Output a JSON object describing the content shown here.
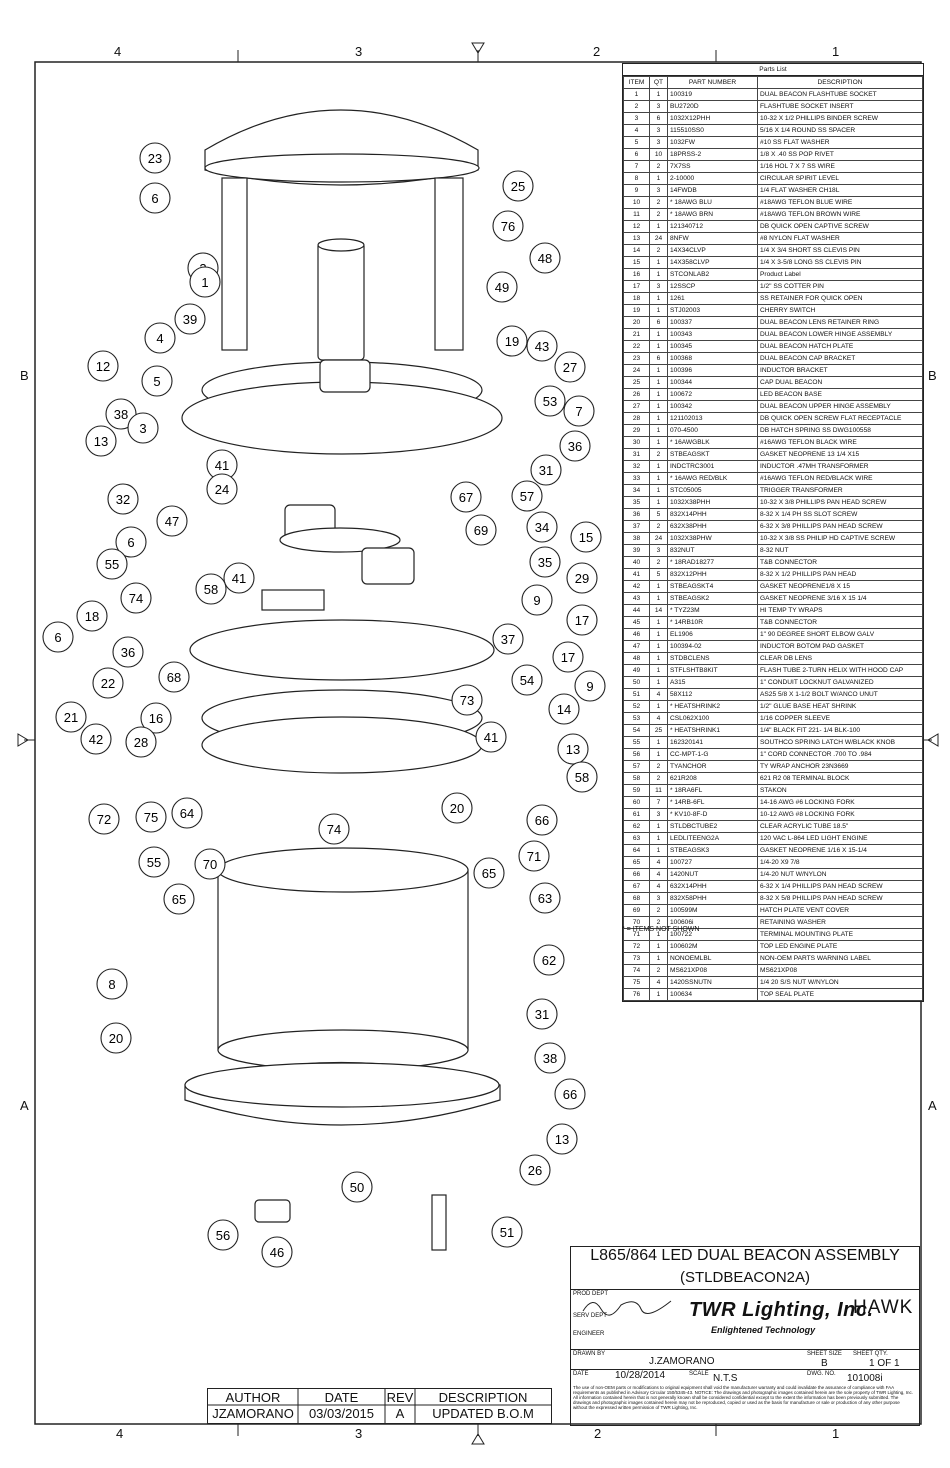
{
  "zones": {
    "top": [
      "4",
      "3",
      "2",
      "1"
    ],
    "bottom": [
      "4",
      "3",
      "2",
      "1"
    ],
    "side": [
      "B",
      "A"
    ]
  },
  "parts_list": {
    "caption": "Parts List",
    "headers": [
      "ITEM",
      "QT",
      "PART NUMBER",
      "DESCRIPTION"
    ],
    "rows": [
      [
        "1",
        "1",
        "100319",
        "DUAL BEACON FLASHTUBE SOCKET"
      ],
      [
        "2",
        "3",
        "BU2720D",
        "FLASHTUBE SOCKET INSERT"
      ],
      [
        "3",
        "6",
        "1032X12PHH",
        "10-32 X 1/2 PHILLIPS BINDER SCREW"
      ],
      [
        "4",
        "3",
        "115510SS0",
        "5/16 X 1/4 ROUND SS SPACER"
      ],
      [
        "5",
        "3",
        "1032FW",
        "#10 SS FLAT WASHER"
      ],
      [
        "6",
        "10",
        "18PRSS-2",
        "1/8 X .40 SS POP RIVET"
      ],
      [
        "7",
        "2",
        "7X7SS",
        "1/16 HOL 7 X 7 SS WIRE"
      ],
      [
        "8",
        "1",
        "2-10000",
        "CIRCULAR SPIRIT LEVEL"
      ],
      [
        "9",
        "3",
        "14FWDB",
        "1/4 FLAT WASHER CH18L"
      ],
      [
        "10",
        "2",
        "* 18AWG BLU",
        "#18AWG TEFLON BLUE WIRE"
      ],
      [
        "11",
        "2",
        "* 18AWG BRN",
        "#18AWG TEFLON BROWN WIRE"
      ],
      [
        "12",
        "1",
        "121340712",
        "DB QUICK OPEN CAPTIVE SCREW"
      ],
      [
        "13",
        "24",
        "8NFW",
        "#8 NYLON FLAT WASHER"
      ],
      [
        "14",
        "2",
        "14X34CLVP",
        "1/4 X 3/4 SHORT SS CLEVIS PIN"
      ],
      [
        "15",
        "1",
        "14X358CLVP",
        "1/4 X 3-5/8 LONG SS CLEVIS PIN"
      ],
      [
        "16",
        "1",
        "STCONLAB2",
        "Product Label"
      ],
      [
        "17",
        "3",
        "12SSCP",
        "1/2\" SS COTTER PIN"
      ],
      [
        "18",
        "1",
        "1261",
        "SS RETAINER FOR QUICK OPEN"
      ],
      [
        "19",
        "1",
        "STJ02003",
        "CHERRY SWITCH"
      ],
      [
        "20",
        "6",
        "100337",
        "DUAL BEACON LENS RETAINER RING"
      ],
      [
        "21",
        "1",
        "100343",
        "DUAL BEACON LOWER HINGE ASSEMBLY"
      ],
      [
        "22",
        "1",
        "100345",
        "DUAL BEACON HATCH PLATE"
      ],
      [
        "23",
        "6",
        "100368",
        "DUAL BEACON CAP BRACKET"
      ],
      [
        "24",
        "1",
        "100396",
        "INDUCTOR BRACKET"
      ],
      [
        "25",
        "1",
        "100344",
        "CAP DUAL BEACON"
      ],
      [
        "26",
        "1",
        "100672",
        "LED BEACON BASE"
      ],
      [
        "27",
        "1",
        "100342",
        "DUAL BEACON UPPER HINGE ASSEMBLY"
      ],
      [
        "28",
        "1",
        "121102013",
        "DB QUICK OPEN SCREW FLAT RECEPTACLE"
      ],
      [
        "29",
        "1",
        "070-4500",
        "DB HATCH SPRING SS DWG100558"
      ],
      [
        "30",
        "1",
        "* 16AWGBLK",
        "#16AWG TEFLON BLACK WIRE"
      ],
      [
        "31",
        "2",
        "STBEAGSKT",
        "GASKET NEOPRENE 13 1/4 X15"
      ],
      [
        "32",
        "1",
        "INDCTRC3001",
        "INDUCTOR .47MH TRANSFORMER"
      ],
      [
        "33",
        "1",
        "* 16AWG RED/BLK",
        "#16AWG TEFLON RED/BLACK WIRE"
      ],
      [
        "34",
        "1",
        "STC05005",
        "TRIGGER TRANSFORMER"
      ],
      [
        "35",
        "1",
        "1032X38PHH",
        "10-32 X 3/8 PHILLIPS PAN HEAD SCREW"
      ],
      [
        "36",
        "5",
        "832X14PHH",
        "8-32 X 1/4 PH SS SLOT SCREW"
      ],
      [
        "37",
        "2",
        "632X38PHH",
        "6-32 X 3/8 PHILLIPS PAN HEAD SCREW"
      ],
      [
        "38",
        "24",
        "1032X38PHW",
        "10-32 X 3/8 SS PHILIP HD CAPTIVE SCREW"
      ],
      [
        "39",
        "3",
        "832NUT",
        "8-32 NUT"
      ],
      [
        "40",
        "2",
        "* 18RAD18277",
        "T&B CONNECTOR"
      ],
      [
        "41",
        "5",
        "832X12PHH",
        "8-32 X 1/2 PHILLIPS PAN HEAD"
      ],
      [
        "42",
        "1",
        "STBEAGSKT4",
        "GASKET NEOPRENE1/8 X 15"
      ],
      [
        "43",
        "1",
        "STBEAGSK2",
        "GASKET NEOPRENE 3/16 X 15 1/4"
      ],
      [
        "44",
        "14",
        "* TYZ23M",
        "HI TEMP TY WRAPS"
      ],
      [
        "45",
        "1",
        "* 14RB10R",
        "T&B CONNECTOR"
      ],
      [
        "46",
        "1",
        "EL1906",
        "1\" 90 DEGREE SHORT ELBOW GALV"
      ],
      [
        "47",
        "1",
        "100394-02",
        "INDUCTOR BOTOM PAD GASKET"
      ],
      [
        "48",
        "1",
        "STDBCLENS",
        "CLEAR DB LENS"
      ],
      [
        "49",
        "1",
        "STFLSHTB8KIT",
        "FLASH TUBE 2-TURN HELIX WITH HOOD CAP"
      ],
      [
        "50",
        "1",
        "A315",
        "1\" CONDUIT LOCKNUT GALVANIZED"
      ],
      [
        "51",
        "4",
        "58X112",
        "AS25 5/8 X 1-1/2 BOLT W/ANCO UNUT"
      ],
      [
        "52",
        "1",
        "* HEATSHRINK2",
        "1/2\" GLUE BASE HEAT SHRINK"
      ],
      [
        "53",
        "4",
        "CSL062X100",
        "1/16 COPPER SLEEVE"
      ],
      [
        "54",
        "25",
        "* HEATSHRINK1",
        "1/4\" BLACK FIT 221- 1/4 BLK-100"
      ],
      [
        "55",
        "1",
        "162320141",
        "SOUTHCO SPRING LATCH W/BLACK KNOB"
      ],
      [
        "56",
        "1",
        "CC-MPT-1-G",
        "1\" CORD CONNECTOR .700 TO .984"
      ],
      [
        "57",
        "2",
        "TYANCHOR",
        "TY WRAP ANCHOR 23N3669"
      ],
      [
        "58",
        "2",
        "621R208",
        "621 R2 08 TERMINAL BLOCK"
      ],
      [
        "59",
        "11",
        "* 18RA6FL",
        "STAKON"
      ],
      [
        "60",
        "7",
        "* 14RB-6FL",
        "14-16 AWG #6 LOCKING FORK"
      ],
      [
        "61",
        "3",
        "* KV10-8F-D",
        "10-12 AWG #8 LOCKING FORK"
      ],
      [
        "62",
        "1",
        "STLDBCTUBE2",
        "CLEAR ACRYLIC TUBE 18.5\""
      ],
      [
        "63",
        "1",
        "LEDLITEENG2A",
        "120 VAC L-864 LED LIGHT ENGINE"
      ],
      [
        "64",
        "1",
        "STBEAGSK3",
        "GASKET NEOPRENE 1/16 X 15-1/4"
      ],
      [
        "65",
        "4",
        "100727",
        "1/4-20 X9 7/8"
      ],
      [
        "66",
        "4",
        "1420NUT",
        "1/4-20 NUT W/NYLON"
      ],
      [
        "67",
        "4",
        "632X14PHH",
        "6-32 X 1/4 PHILLIPS PAN HEAD SCREW"
      ],
      [
        "68",
        "3",
        "832X58PHH",
        "8-32 X 5/8 PHILLIPS PAN HEAD SCREW"
      ],
      [
        "69",
        "2",
        "100599M",
        "HATCH PLATE VENT COVER"
      ],
      [
        "70",
        "2",
        "100606i",
        "RETAINING WASHER"
      ],
      [
        "71",
        "1",
        "100722",
        "TERMINAL MOUNTING PLATE"
      ],
      [
        "72",
        "1",
        "100602M",
        "TOP LED ENGINE PLATE"
      ],
      [
        "73",
        "1",
        "NONOEMLBL",
        "NON-OEM PARTS WARNING LABEL"
      ],
      [
        "74",
        "2",
        "MS621XP08",
        "MS621XP08"
      ],
      [
        "75",
        "4",
        "1420SSNUTN",
        "1/4 20 S/S NUT W/NYLON"
      ],
      [
        "76",
        "1",
        "100634",
        "TOP SEAL PLATE"
      ]
    ],
    "footnote": "* = ITEMS NOT SHOWN"
  },
  "callouts": [
    "23",
    "6",
    "25",
    "76",
    "2",
    "48",
    "1",
    "49",
    "39",
    "4",
    "19",
    "43",
    "12",
    "5",
    "27",
    "38",
    "53",
    "7",
    "13",
    "36",
    "3",
    "31",
    "41",
    "24",
    "67",
    "57",
    "32",
    "69",
    "47",
    "34",
    "6",
    "15",
    "55",
    "35",
    "41",
    "29",
    "58",
    "74",
    "9",
    "18",
    "17",
    "6",
    "36",
    "37",
    "22",
    "68",
    "17",
    "9",
    "21",
    "16",
    "73",
    "54",
    "14",
    "42",
    "28",
    "41",
    "13",
    "72",
    "75",
    "64",
    "58",
    "20",
    "74",
    "66",
    "55",
    "70",
    "71",
    "65",
    "65",
    "63",
    "62",
    "8",
    "31",
    "20",
    "38",
    "66",
    "13",
    "26",
    "50",
    "56",
    "51",
    "46"
  ],
  "title_block": {
    "title": "L865/864 LED DUAL BEACON ASSEMBLY",
    "part_code": "(STLDBEACON2A)",
    "labels": {
      "prod": "PROD DEPT",
      "serv": "SERV DEPT",
      "eng": "ENGINEER",
      "drawn": "DRAWN BY",
      "sheet_size": "SHEET SIZE",
      "sheet_qty": "SHEET QTY.",
      "date": "DATE",
      "scale": "SCALE",
      "dwg": "DWG. NO."
    },
    "drawn_by": "J.ZAMORANO",
    "date": "10/28/2014",
    "scale": "N.T.S",
    "sheet_size": "B",
    "sheet_qty": "1 OF 1",
    "dwg_no": "101008i",
    "company": "TWR Lighting, Inc.",
    "tagline": "Enlightened Technology",
    "brand2": "HAWK",
    "fine_print": "The use of non-OEM parts or modifications to original equipment shall void the manufacturer warranty and could invalidate the assurance of compliance with FAA requirements as published in Advisory Circular 150/5345-43. NOTICE: The drawings and photographic images contained herein are the sole property of TWR Lighting, Inc. All information contained herein that is not generally known shall be considered confidential except to the extent the information has been previously submitted. The drawings and photographic images contained herein may not be reproduced, copied or used as the basis for manufacture or sale or production of any other purpose without the expressed written permission of TWR Lighting, Inc."
  },
  "revision": {
    "headers": [
      "AUTHOR",
      "DATE",
      "REV",
      "DESCRIPTION"
    ],
    "row": [
      "JZAMORANO",
      "03/03/2015",
      "A",
      "UPDATED B.O.M"
    ]
  }
}
